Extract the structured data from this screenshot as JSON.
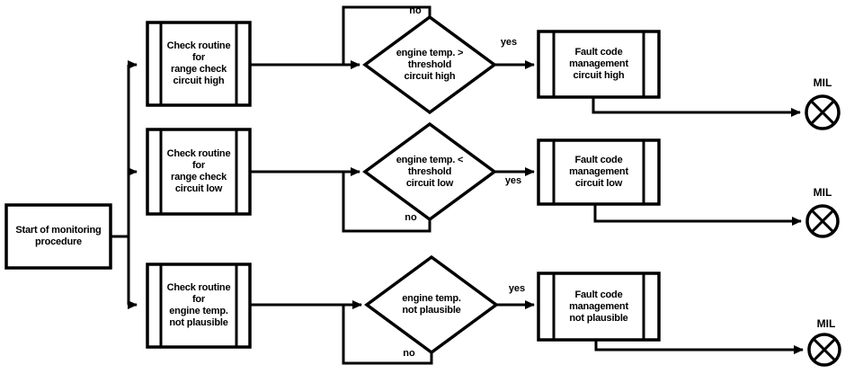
{
  "start": {
    "label": "Start of monitoring\nprocedure"
  },
  "rows": [
    {
      "check": "Check routine\nfor\nrange check\ncircuit high",
      "decision": "engine temp. >\nthreshold\ncircuit high",
      "fault": "Fault code\nmanagement\ncircuit high",
      "yes_label": "yes",
      "no_label": "no",
      "mil_label": "MIL"
    },
    {
      "check": "Check routine\nfor\nrange check\ncircuit low",
      "decision": "engine temp. <\nthreshold\ncircuit low",
      "fault": "Fault code\nmanagement\ncircuit low",
      "yes_label": "yes",
      "no_label": "no",
      "mil_label": "MIL"
    },
    {
      "check": "Check routine\nfor\nengine temp.\nnot plausible",
      "decision": "engine temp.\nnot plausible",
      "fault": "Fault code\nmanagement\nnot plausible",
      "yes_label": "yes",
      "no_label": "no",
      "mil_label": "MIL"
    }
  ],
  "colors": {
    "line": "#000000",
    "background": "#ffffff"
  }
}
